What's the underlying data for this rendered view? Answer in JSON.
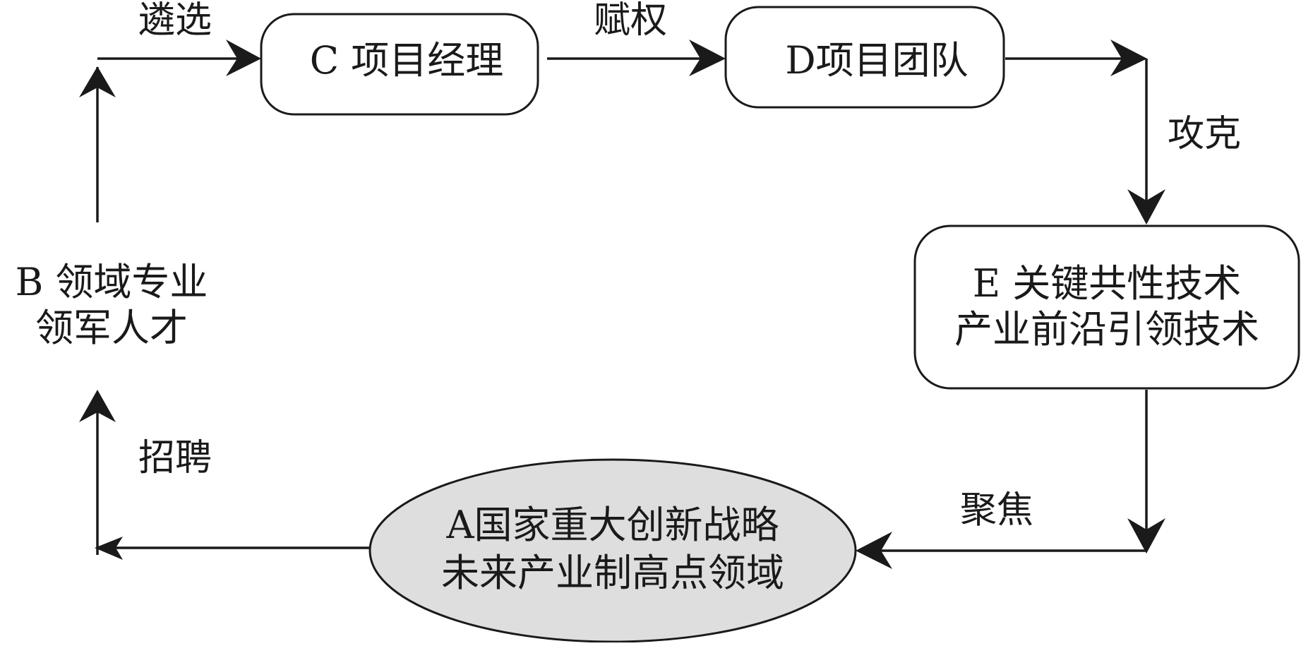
{
  "nodes": {
    "a": {
      "line1": "A国家重大创新战略",
      "line2": "未来产业制高点领域"
    },
    "b": {
      "line1": "B 领域专业",
      "line2": "领军人才"
    },
    "c": {
      "label": "C 项目经理"
    },
    "d": {
      "label": "D项目团队"
    },
    "e": {
      "line1": "E 关键共性技术",
      "line2": "产业前沿引领技术"
    }
  },
  "edges": {
    "b_to_c": "遴选",
    "c_to_d": "赋权",
    "d_to_e": "攻克",
    "e_to_a": "聚焦",
    "a_to_b": "招聘"
  }
}
